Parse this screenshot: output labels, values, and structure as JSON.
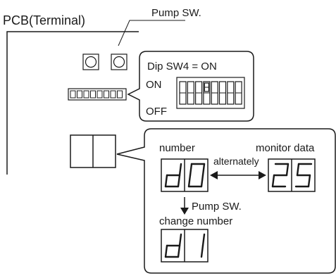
{
  "labels": {
    "pcb_title": "PCB(Terminal)",
    "pump_sw": "Pump SW.",
    "dip_title": "Dip SW4 = ON",
    "on": "ON",
    "off": "OFF",
    "number": "number",
    "monitor_data": "monitor data",
    "alternately": "alternately",
    "pump_sw_arrow": "Pump SW.",
    "change_number": "change number"
  },
  "displays": {
    "number": [
      "d",
      "0"
    ],
    "monitor": [
      "2",
      "5"
    ],
    "changed": [
      "d",
      "1"
    ]
  },
  "dip_switches": {
    "count": 8,
    "on_index": 3
  },
  "colors": {
    "line": "#1a1a1a",
    "background": "#ffffff"
  }
}
